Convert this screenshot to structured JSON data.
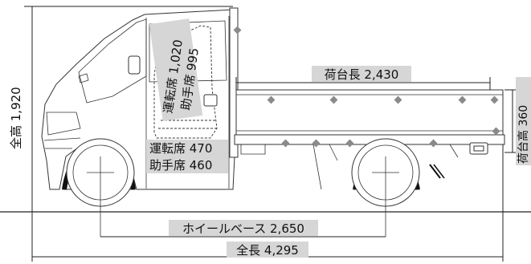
{
  "dimensions": {
    "overall_length": "全長 4,295",
    "wheelbase": "ホイールベース 2,650",
    "overall_height": "全高 1,920",
    "bed_length": "荷台長 2,430",
    "bed_height": "荷台高 360",
    "driver_seat_height": "運転席 1,020",
    "passenger_seat_height": "助手席 995",
    "driver_seat_width": "運転席 470",
    "passenger_seat_width": "助手席 460"
  },
  "colors": {
    "label_background": "#d6d6d6",
    "line": "#222222",
    "marker": "#8a8a8a"
  }
}
